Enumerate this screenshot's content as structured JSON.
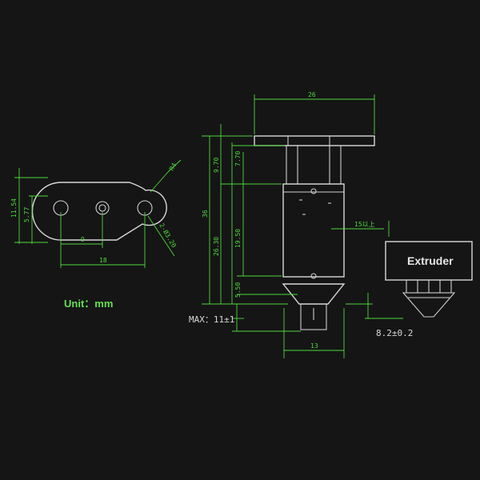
{
  "labels": {
    "unit": "Unit：mm",
    "component": "Extruder",
    "max_length": "MAX：11±1",
    "nozzle_tol": "8.2±0.2"
  },
  "dimensions": {
    "plate_height": "11.54",
    "hole_offset": "5.77",
    "half_pitch": "9",
    "full_pitch": "18",
    "radius": "R4",
    "holes": "2-Ø3.20",
    "heatsink_width": "26",
    "total_height": "36",
    "fin_height": "9.70",
    "fin_inner": "7.70",
    "body_height": "26.30",
    "block_height": "19.50",
    "bottom_height": "5.50",
    "side_label": "15以上",
    "nozzle_width": "13"
  }
}
